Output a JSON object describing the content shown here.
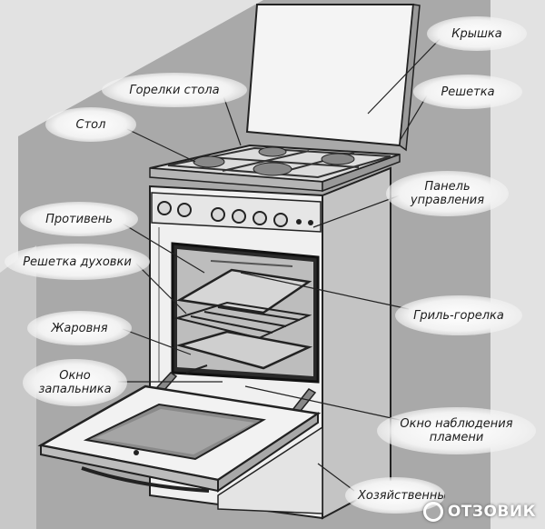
{
  "labels": {
    "lid": "Крышка",
    "table_burners": "Горелки стола",
    "grate": "Решетка",
    "table": "Стол",
    "control_panel": "Панель управления",
    "baking_tray": "Противень",
    "oven_rack": "Решетка духовки",
    "grill_burner": "Гриль-горелка",
    "roasting_pan": "Жаровня",
    "ignition_window": "Окно запальника",
    "flame_window": "Окно наблюдения пламени",
    "drawer": "Хозяйственный ящик"
  },
  "watermark": {
    "text": "ОТЗОВИК"
  }
}
